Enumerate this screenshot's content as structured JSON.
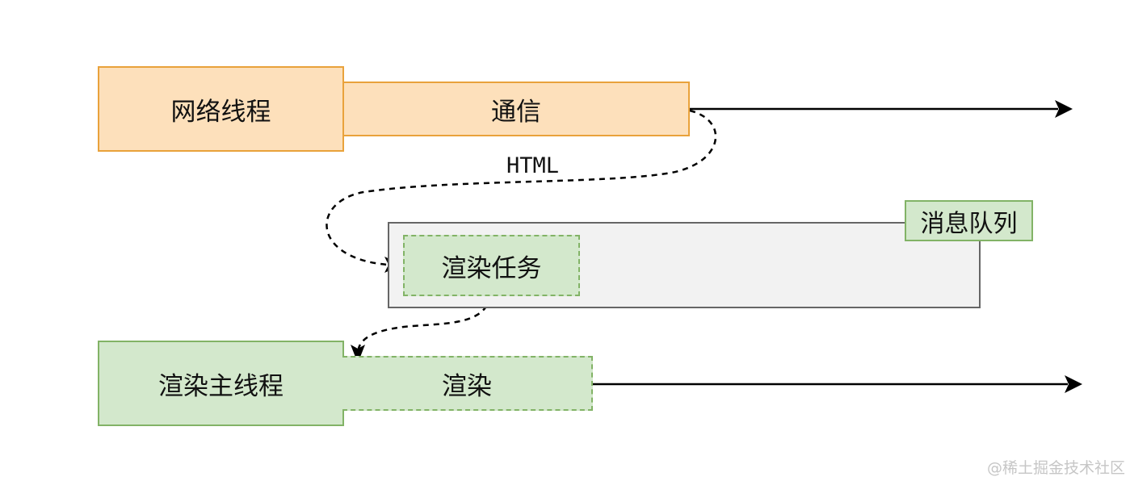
{
  "network_thread": {
    "label": "网络线程"
  },
  "communication": {
    "label": "通信"
  },
  "html_label": "HTML",
  "message_queue": {
    "label": "消息队列"
  },
  "render_task": {
    "label": "渲染任务"
  },
  "render_main_thread": {
    "label": "渲染主线程"
  },
  "render": {
    "label": "渲染"
  },
  "watermark": "@稀土掘金技术社区",
  "colors": {
    "network_fill": "#fde0bb",
    "network_stroke": "#e9a23b",
    "render_fill": "#d3e8cc",
    "render_stroke": "#82b366",
    "queue_fill": "#f2f2f2",
    "queue_stroke": "#666666"
  }
}
